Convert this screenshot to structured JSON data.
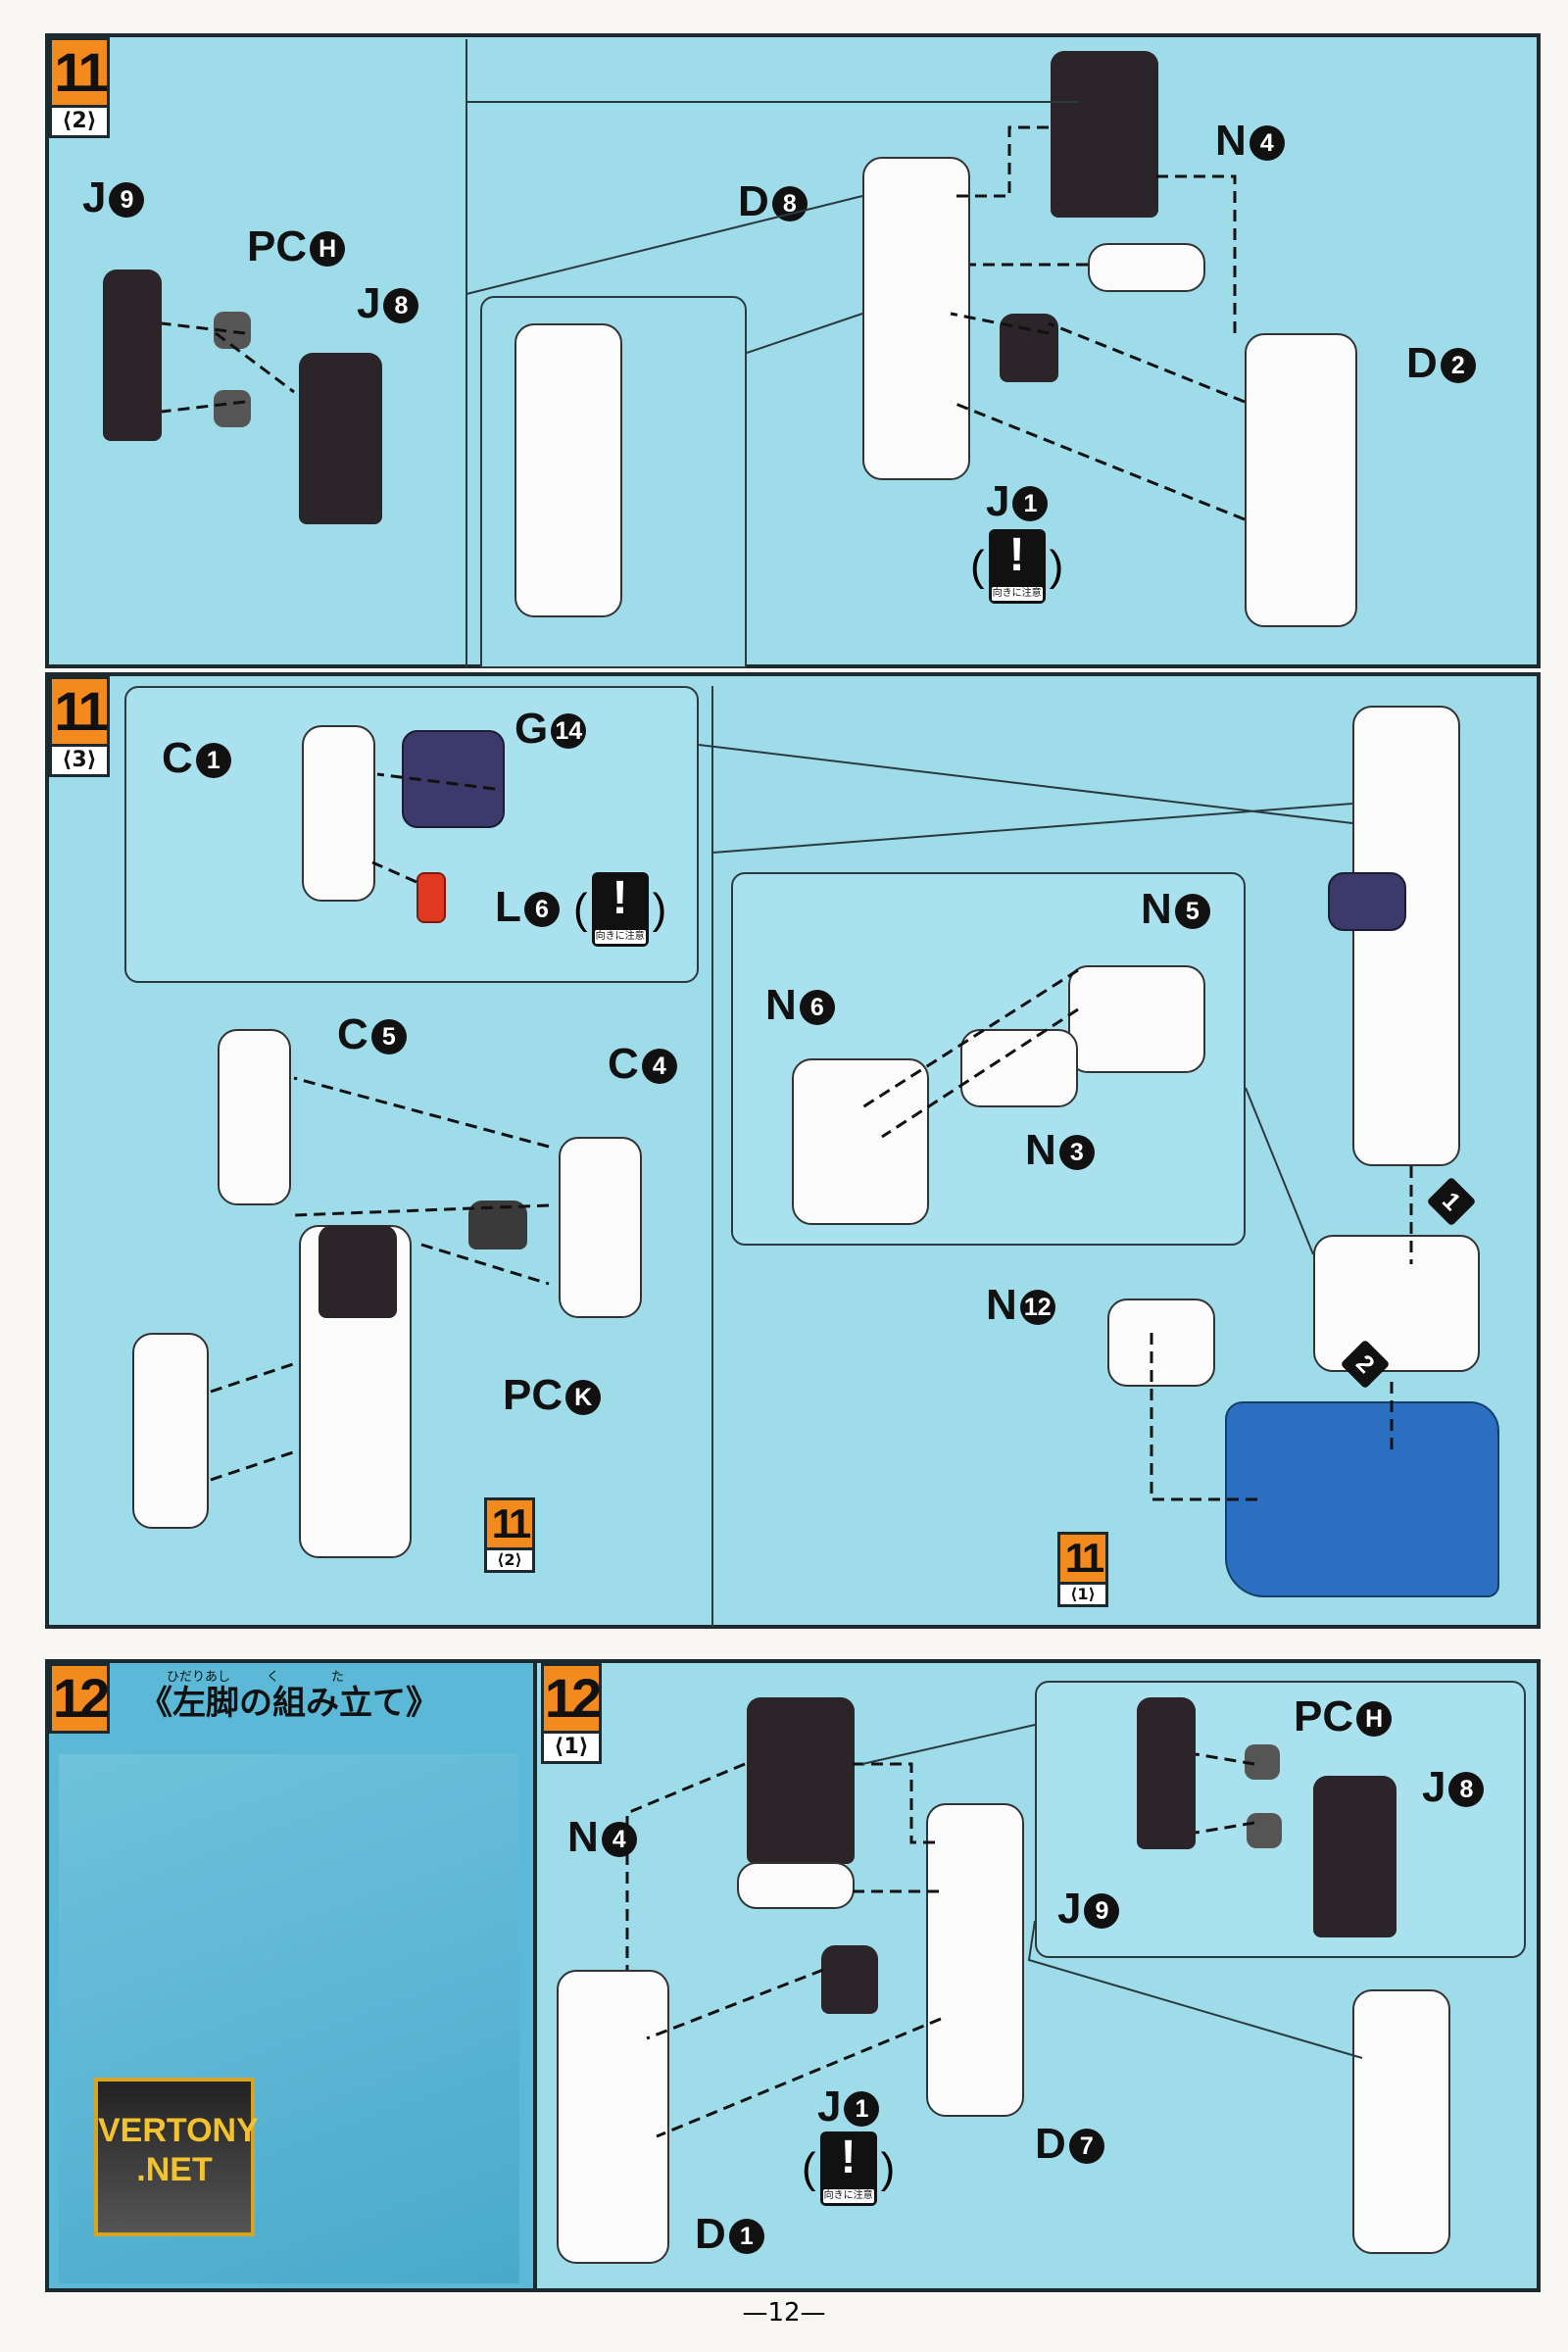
{
  "caution_text": "向きに注意",
  "caution_mark": "!",
  "panels": [
    {
      "step": "11",
      "sub": "⟨2⟩",
      "labels": {
        "j9": "J",
        "j9n": "9",
        "pch": "PC",
        "pchn": "H",
        "j8": "J",
        "j8n": "8",
        "d8": "D",
        "d8n": "8",
        "n4": "N",
        "n4n": "4",
        "d2": "D",
        "d2n": "2",
        "j1": "J",
        "j1n": "1"
      }
    },
    {
      "step": "11",
      "sub": "⟨3⟩",
      "labels": {
        "c1": "C",
        "c1n": "1",
        "g14": "G",
        "g14n": "14",
        "l6": "L",
        "l6n": "6",
        "c5": "C",
        "c5n": "5",
        "c4": "C",
        "c4n": "4",
        "pck": "PC",
        "pckn": "K",
        "n5": "N",
        "n5n": "5",
        "n6": "N",
        "n6n": "6",
        "n3": "N",
        "n3n": "3",
        "n12": "N",
        "n12n": "12",
        "m1": "1",
        "m2": "2"
      },
      "refs": [
        {
          "step": "11",
          "sub": "⟨2⟩"
        },
        {
          "step": "11",
          "sub": "⟨1⟩"
        }
      ]
    },
    {
      "step": "12",
      "title": "《左脚の組み立て》",
      "furigana": [
        "ひだりあし",
        "く",
        "た"
      ],
      "logo": "VERTONY .NET",
      "sub_step": {
        "step": "12",
        "sub": "⟨1⟩"
      },
      "labels": {
        "pch": "PC",
        "pchn": "H",
        "j8": "J",
        "j8n": "8",
        "j9": "J",
        "j9n": "9",
        "n4": "N",
        "n4n": "4",
        "j1": "J",
        "j1n": "1",
        "d7": "D",
        "d7n": "7",
        "d1": "D",
        "d1n": "1"
      }
    }
  ],
  "page_number": "—12—"
}
